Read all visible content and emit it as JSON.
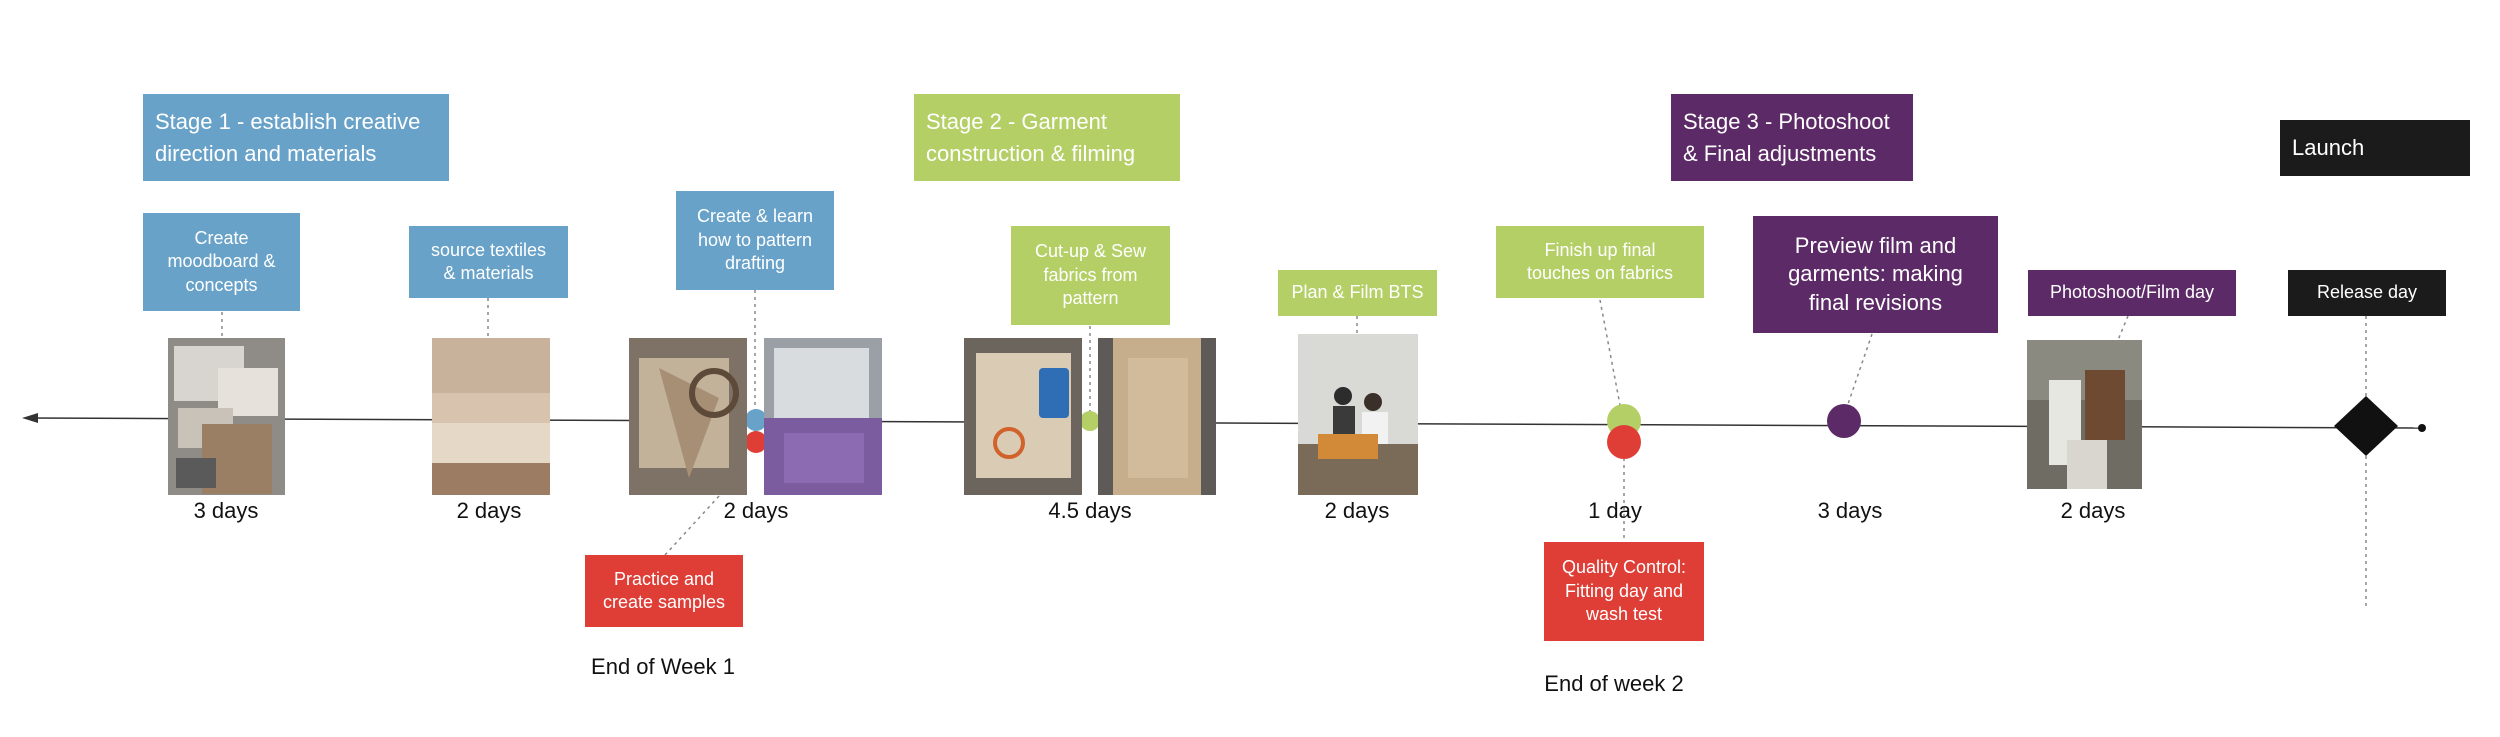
{
  "stages": {
    "stage1": "Stage 1 - establish creative\ndirection and materials",
    "stage2": "Stage 2 - Garment\nconstruction & filming",
    "stage3": "Stage 3 - Photoshoot\n& Final adjustments",
    "launch": "Launch"
  },
  "tasks": {
    "moodboard": "Create\nmoodboard &\nconcepts",
    "textiles": "source textiles\n& materials",
    "pattern": "Create & learn\nhow to pattern\ndrafting",
    "samples": "Practice and\ncreate samples",
    "cutsew": "Cut-up & Sew\nfabrics from\npattern",
    "planfilm": "Plan & Film BTS",
    "finish": "Finish up final\ntouches on fabrics",
    "qc": "Quality Control:\nFitting day and\nwash test",
    "preview": "Preview film and\ngarments: making\nfinal revisions",
    "photoshoot": "Photoshoot/Film day",
    "release": "Release day"
  },
  "durations": {
    "d1": "3 days",
    "d2": "2 days",
    "d3": "2 days",
    "d4": "4.5 days",
    "d5": "2 days",
    "d6": "1 day",
    "d7": "3 days",
    "d8": "2 days"
  },
  "milestones": {
    "week1": "End of Week 1",
    "week2": "End of week 2"
  },
  "colors": {
    "blue": "#68a2c9",
    "green": "#b4cf66",
    "purple": "#5c2a66",
    "red": "#de3e36",
    "black": "#1b1b1b"
  }
}
